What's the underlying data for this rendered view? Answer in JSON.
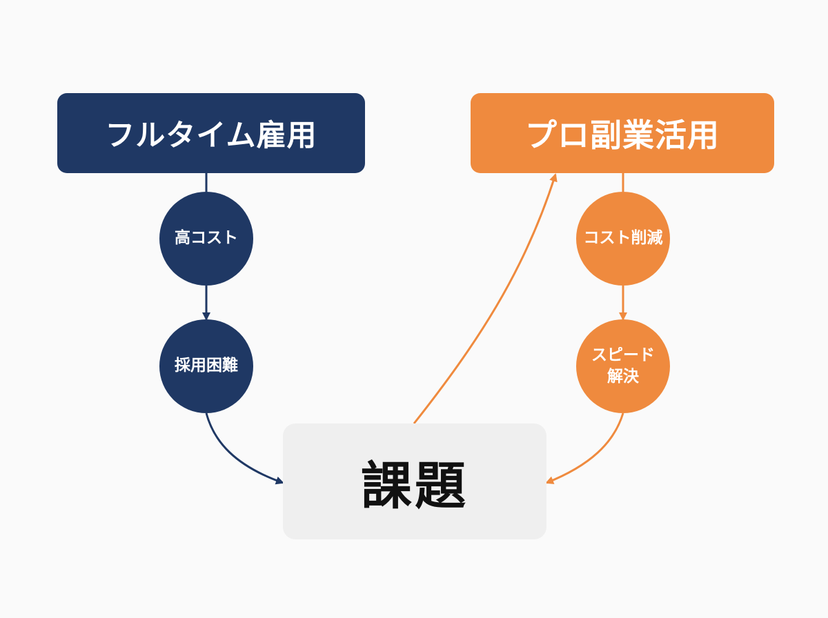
{
  "diagram": {
    "left_title": "フルタイム雇用",
    "right_title": "プロ副業活用",
    "left_nodes": [
      "高コスト",
      "採用困難"
    ],
    "right_nodes": [
      "コスト削減",
      "スピード\n解決"
    ],
    "center": "課題"
  },
  "colors": {
    "navy": "#1f3864",
    "orange": "#ef8a3e",
    "center_bg": "#efefef",
    "background": "#fafafa"
  }
}
